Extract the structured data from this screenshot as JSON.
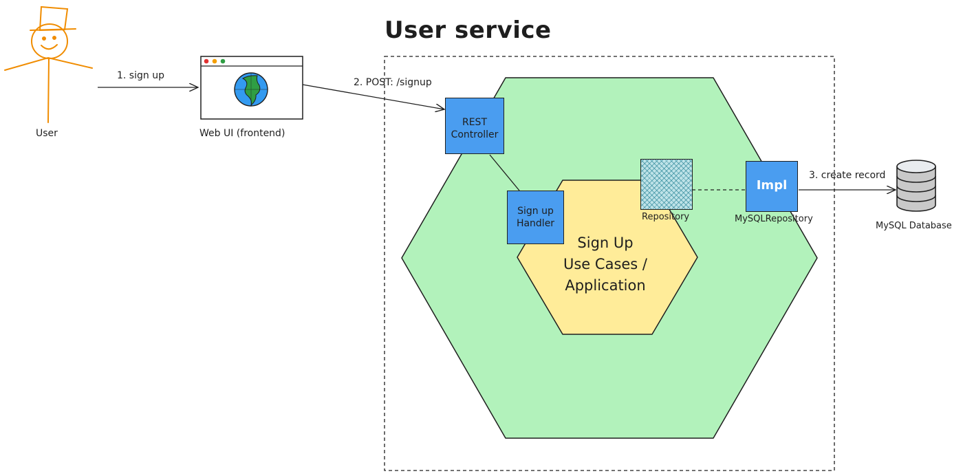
{
  "title": "User service",
  "actors": {
    "user": "User",
    "web_ui": "Web UI (frontend)",
    "database": "MySQL Database"
  },
  "edges": {
    "signup": "1. sign up",
    "post": "2. POST: /signup",
    "create": "3. create record"
  },
  "components": {
    "rest_controller": [
      "REST",
      "Controller"
    ],
    "signup_handler": [
      "Sign up",
      "Handler"
    ],
    "repository": "Repository",
    "impl": "Impl",
    "mysql_repository": "MySQLRepository"
  },
  "core": {
    "line1": "Sign Up",
    "line2": "Use Cases /",
    "line3": "Application"
  },
  "colors": {
    "outer_hex": "#b2f2bb",
    "inner_hex": "#ffec99",
    "component": "#4a9df0",
    "stroke": "#1e1e1e",
    "user": "#f08c00"
  }
}
